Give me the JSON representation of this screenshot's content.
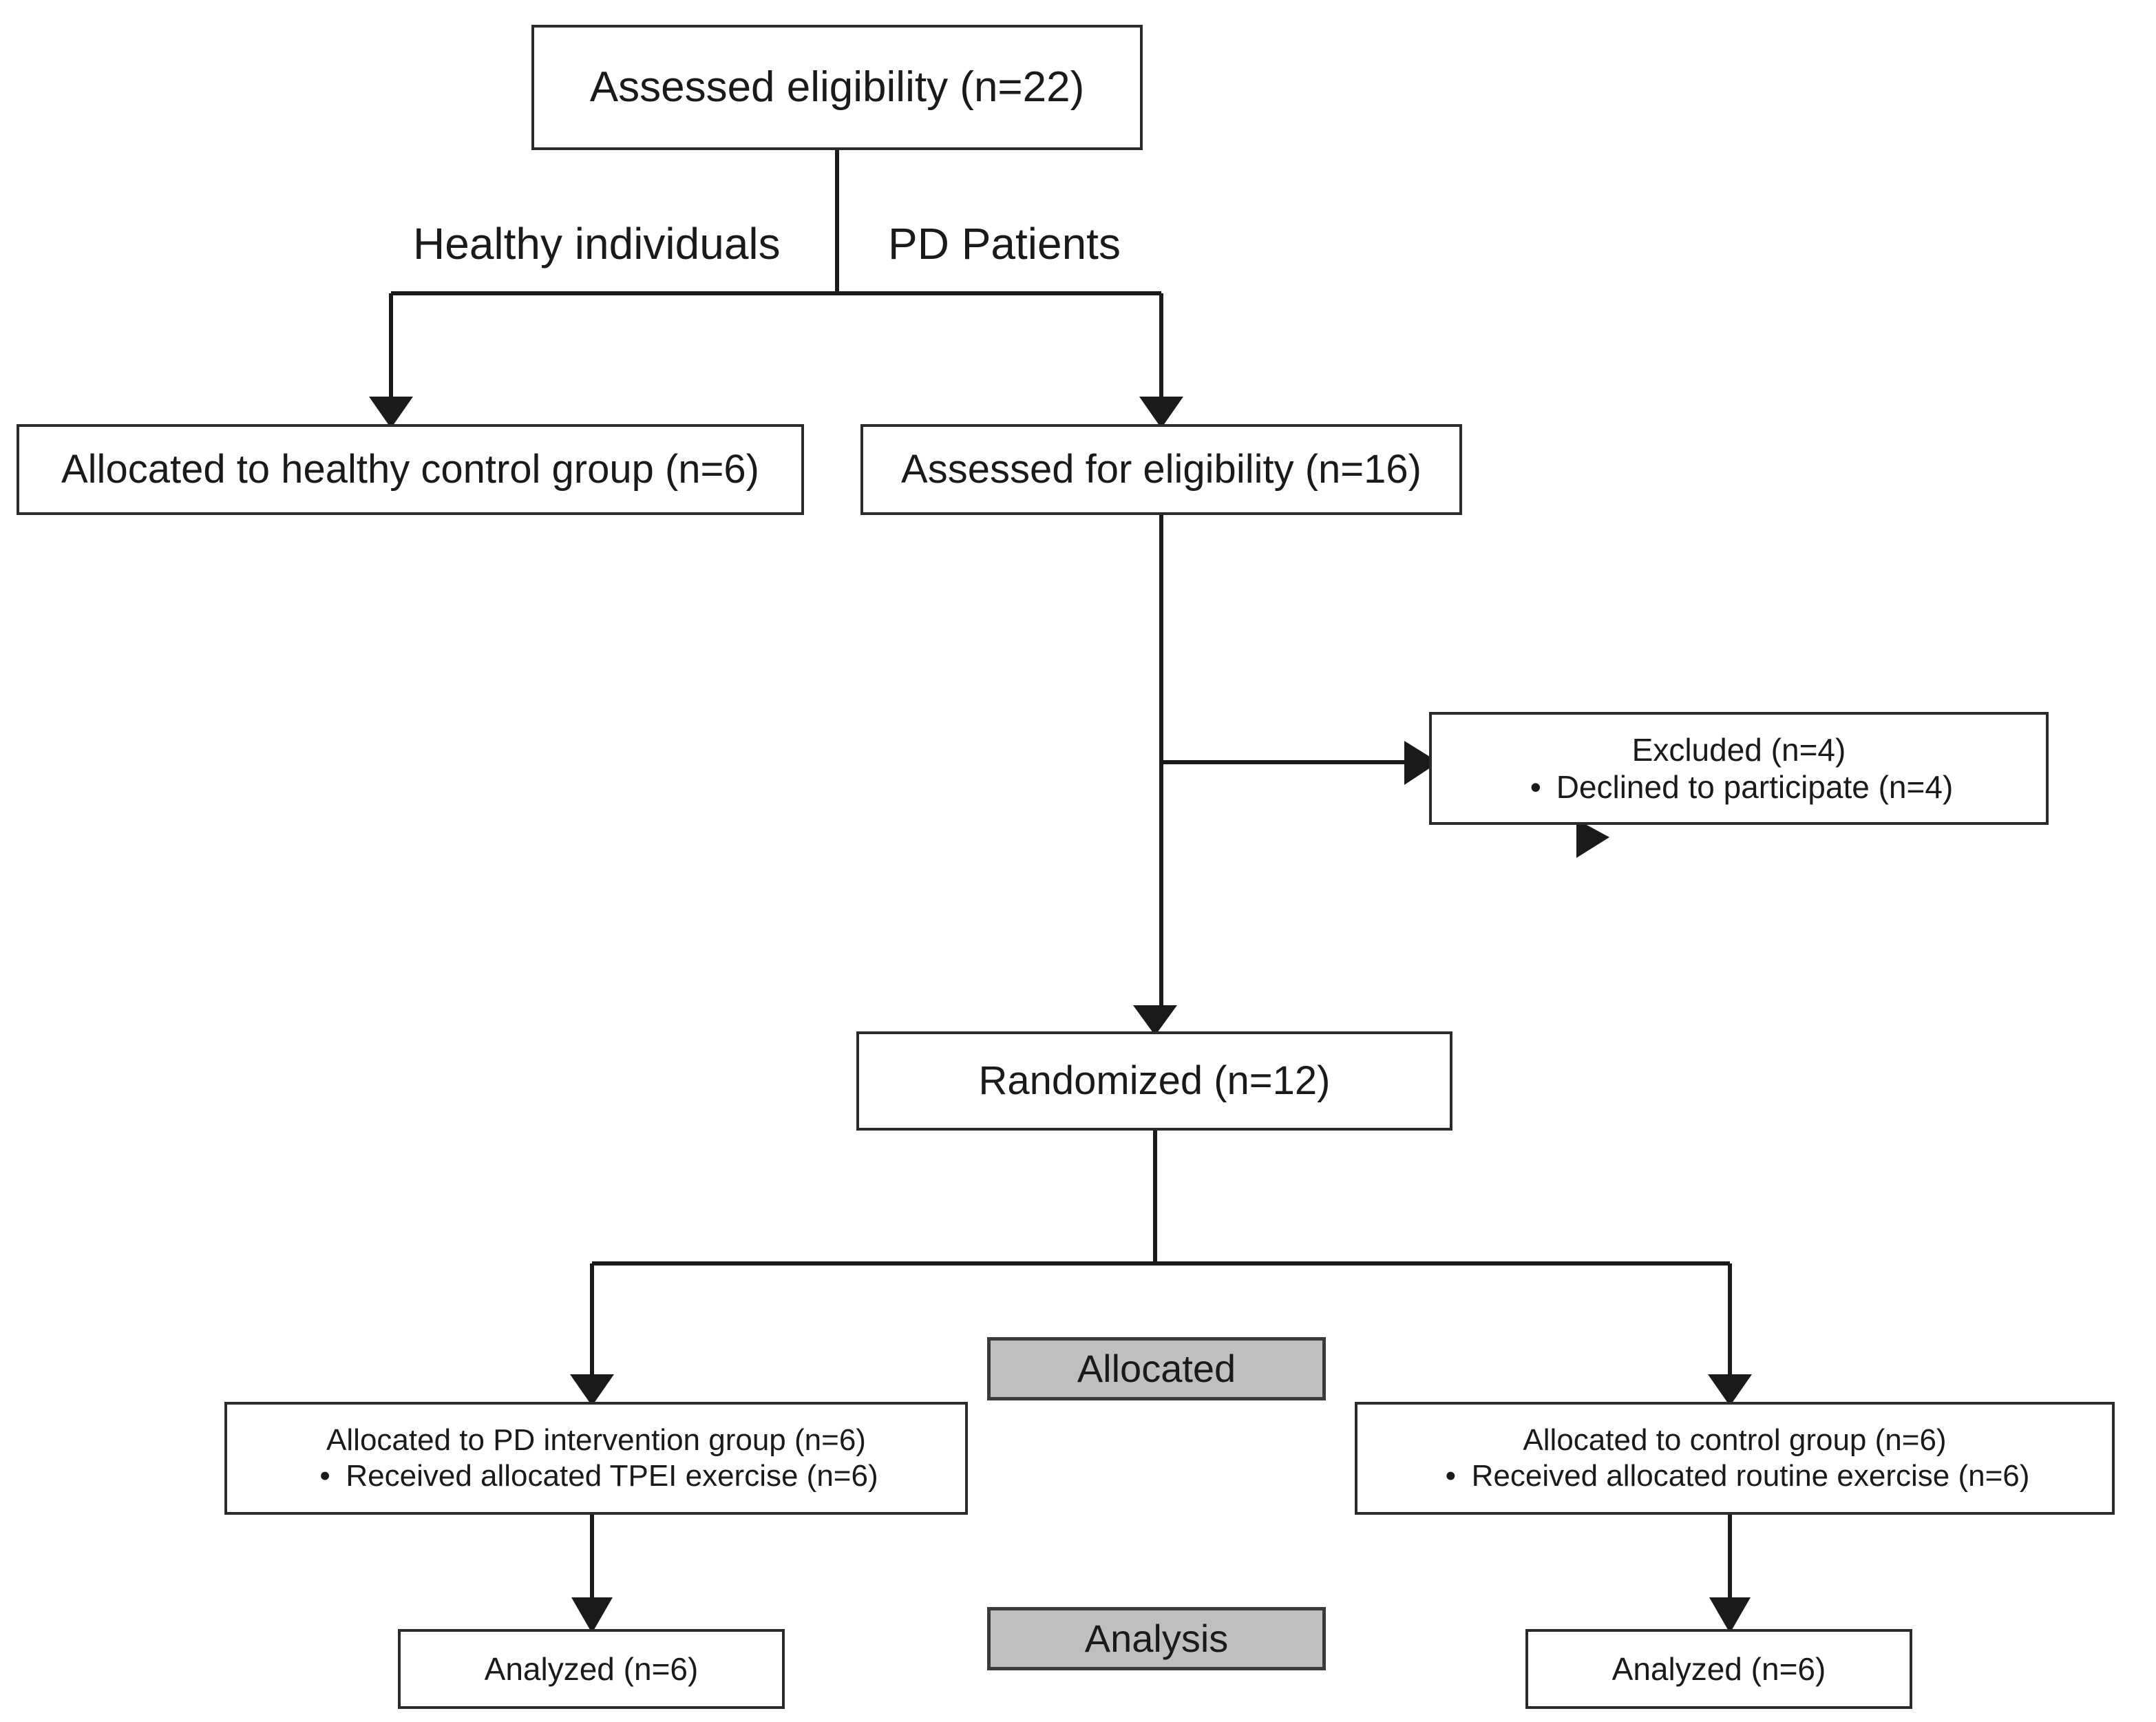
{
  "diagram": {
    "type": "consort-flow-diagram",
    "title_visible": false,
    "colors": {
      "box_border": "#2b2b2b",
      "box_fill": "#ffffff",
      "band_fill": "#bfbfbf",
      "band_border": "#3a3a3a",
      "line": "#1a1a1a",
      "text": "#1a1a1a"
    }
  },
  "nodes": {
    "assessed_eligibility": {
      "label": "Assessed eligibility (n=22)"
    },
    "healthy_control": {
      "label": "Allocated to healthy control group (n=6)"
    },
    "assessed_for_eligibility": {
      "label": "Assessed for eligibility (n=16)"
    },
    "excluded": {
      "title": "Excluded (n=4)",
      "bullet": "Declined to participate (n=4)"
    },
    "randomized": {
      "label": "Randomized (n=12)"
    },
    "pd_intervention": {
      "title": "Allocated to PD intervention group (n=6)",
      "bullet": "Received allocated TPEI exercise (n=6)"
    },
    "control_group": {
      "title": "Allocated to control group (n=6)",
      "bullet": "Received allocated routine exercise (n=6)"
    },
    "analyzed_left": {
      "label": "Analyzed (n=6)"
    },
    "analyzed_right": {
      "label": "Analyzed (n=6)"
    }
  },
  "bands": {
    "allocated": {
      "label": "Allocated"
    },
    "analysis": {
      "label": "Analysis"
    }
  },
  "branch_labels": {
    "healthy_individuals": "Healthy individuals",
    "pd_patients": "PD Patients"
  },
  "flow": {
    "edges": [
      {
        "from": "assessed_eligibility",
        "to": "healthy_control",
        "label": "Healthy individuals",
        "arrow": true
      },
      {
        "from": "assessed_eligibility",
        "to": "assessed_for_eligibility",
        "label": "PD Patients",
        "arrow": true
      },
      {
        "from": "assessed_for_eligibility",
        "to": "excluded",
        "label": "",
        "arrow": true
      },
      {
        "from": "assessed_for_eligibility",
        "to": "randomized",
        "label": "",
        "arrow": true
      },
      {
        "from": "randomized",
        "to": "pd_intervention",
        "label": "",
        "arrow": true
      },
      {
        "from": "randomized",
        "to": "control_group",
        "label": "",
        "arrow": true
      },
      {
        "from": "pd_intervention",
        "to": "analyzed_left",
        "label": "",
        "arrow": true
      },
      {
        "from": "control_group",
        "to": "analyzed_right",
        "label": "",
        "arrow": true
      }
    ]
  },
  "counts": {
    "assessed_eligibility": 22,
    "healthy_control": 6,
    "pd_assessed": 16,
    "excluded": 4,
    "declined": 4,
    "randomized": 12,
    "pd_intervention": 6,
    "pd_intervention_received": 6,
    "control_group": 6,
    "control_received": 6,
    "analyzed_intervention": 6,
    "analyzed_control": 6
  }
}
